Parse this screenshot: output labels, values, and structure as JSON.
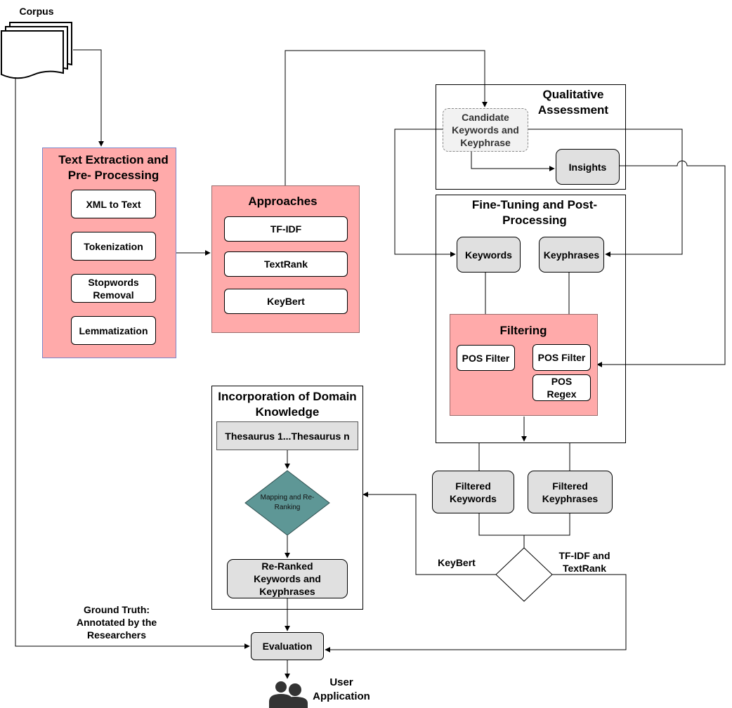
{
  "corpus": {
    "label": "Corpus"
  },
  "preprocessing": {
    "title": "Text Extraction and Pre- Processing",
    "steps": [
      "XML to Text",
      "Tokenization",
      "Stopwords Removal",
      "Lemmatization"
    ]
  },
  "approaches": {
    "title": "Approaches",
    "items": [
      "TF-IDF",
      "TextRank",
      "KeyBert"
    ]
  },
  "qualitative": {
    "title": "Qualitative Assessment",
    "candidate": "Candidate Keywords and Keyphrase",
    "insights": "Insights"
  },
  "finetuning": {
    "title": "Fine-Tuning and Post-Processing",
    "keywords": "Keywords",
    "keyphrases": "Keyphrases",
    "filtering": {
      "title": "Filtering",
      "pos_filter_left": "POS Filter",
      "pos_filter_right": "POS Filter",
      "pos_regex": "POS Regex"
    }
  },
  "filtered": {
    "keywords": "Filtered Keywords",
    "keyphrases": "Filtered Keyphrases"
  },
  "decision": {
    "left_label": "KeyBert",
    "right_label": "TF-IDF and TextRank"
  },
  "domain": {
    "title": "Incorporation of Domain Knowledge",
    "thesaurus": "Thesaurus 1...Thesaurus n",
    "mapping": "Mapping and Re-Ranking",
    "reranked": "Re-Ranked Keywords and Keyphrases"
  },
  "evaluation": {
    "label": "Evaluation",
    "ground_truth": "Ground Truth: Annotated by the Researchers"
  },
  "user": {
    "label": "User Application",
    "icon": "users-icon"
  },
  "colors": {
    "pink": "#ffaaaa",
    "grey": "#e0e0e0",
    "teal": "#5e9796",
    "blue_border": "#7a86c8"
  }
}
